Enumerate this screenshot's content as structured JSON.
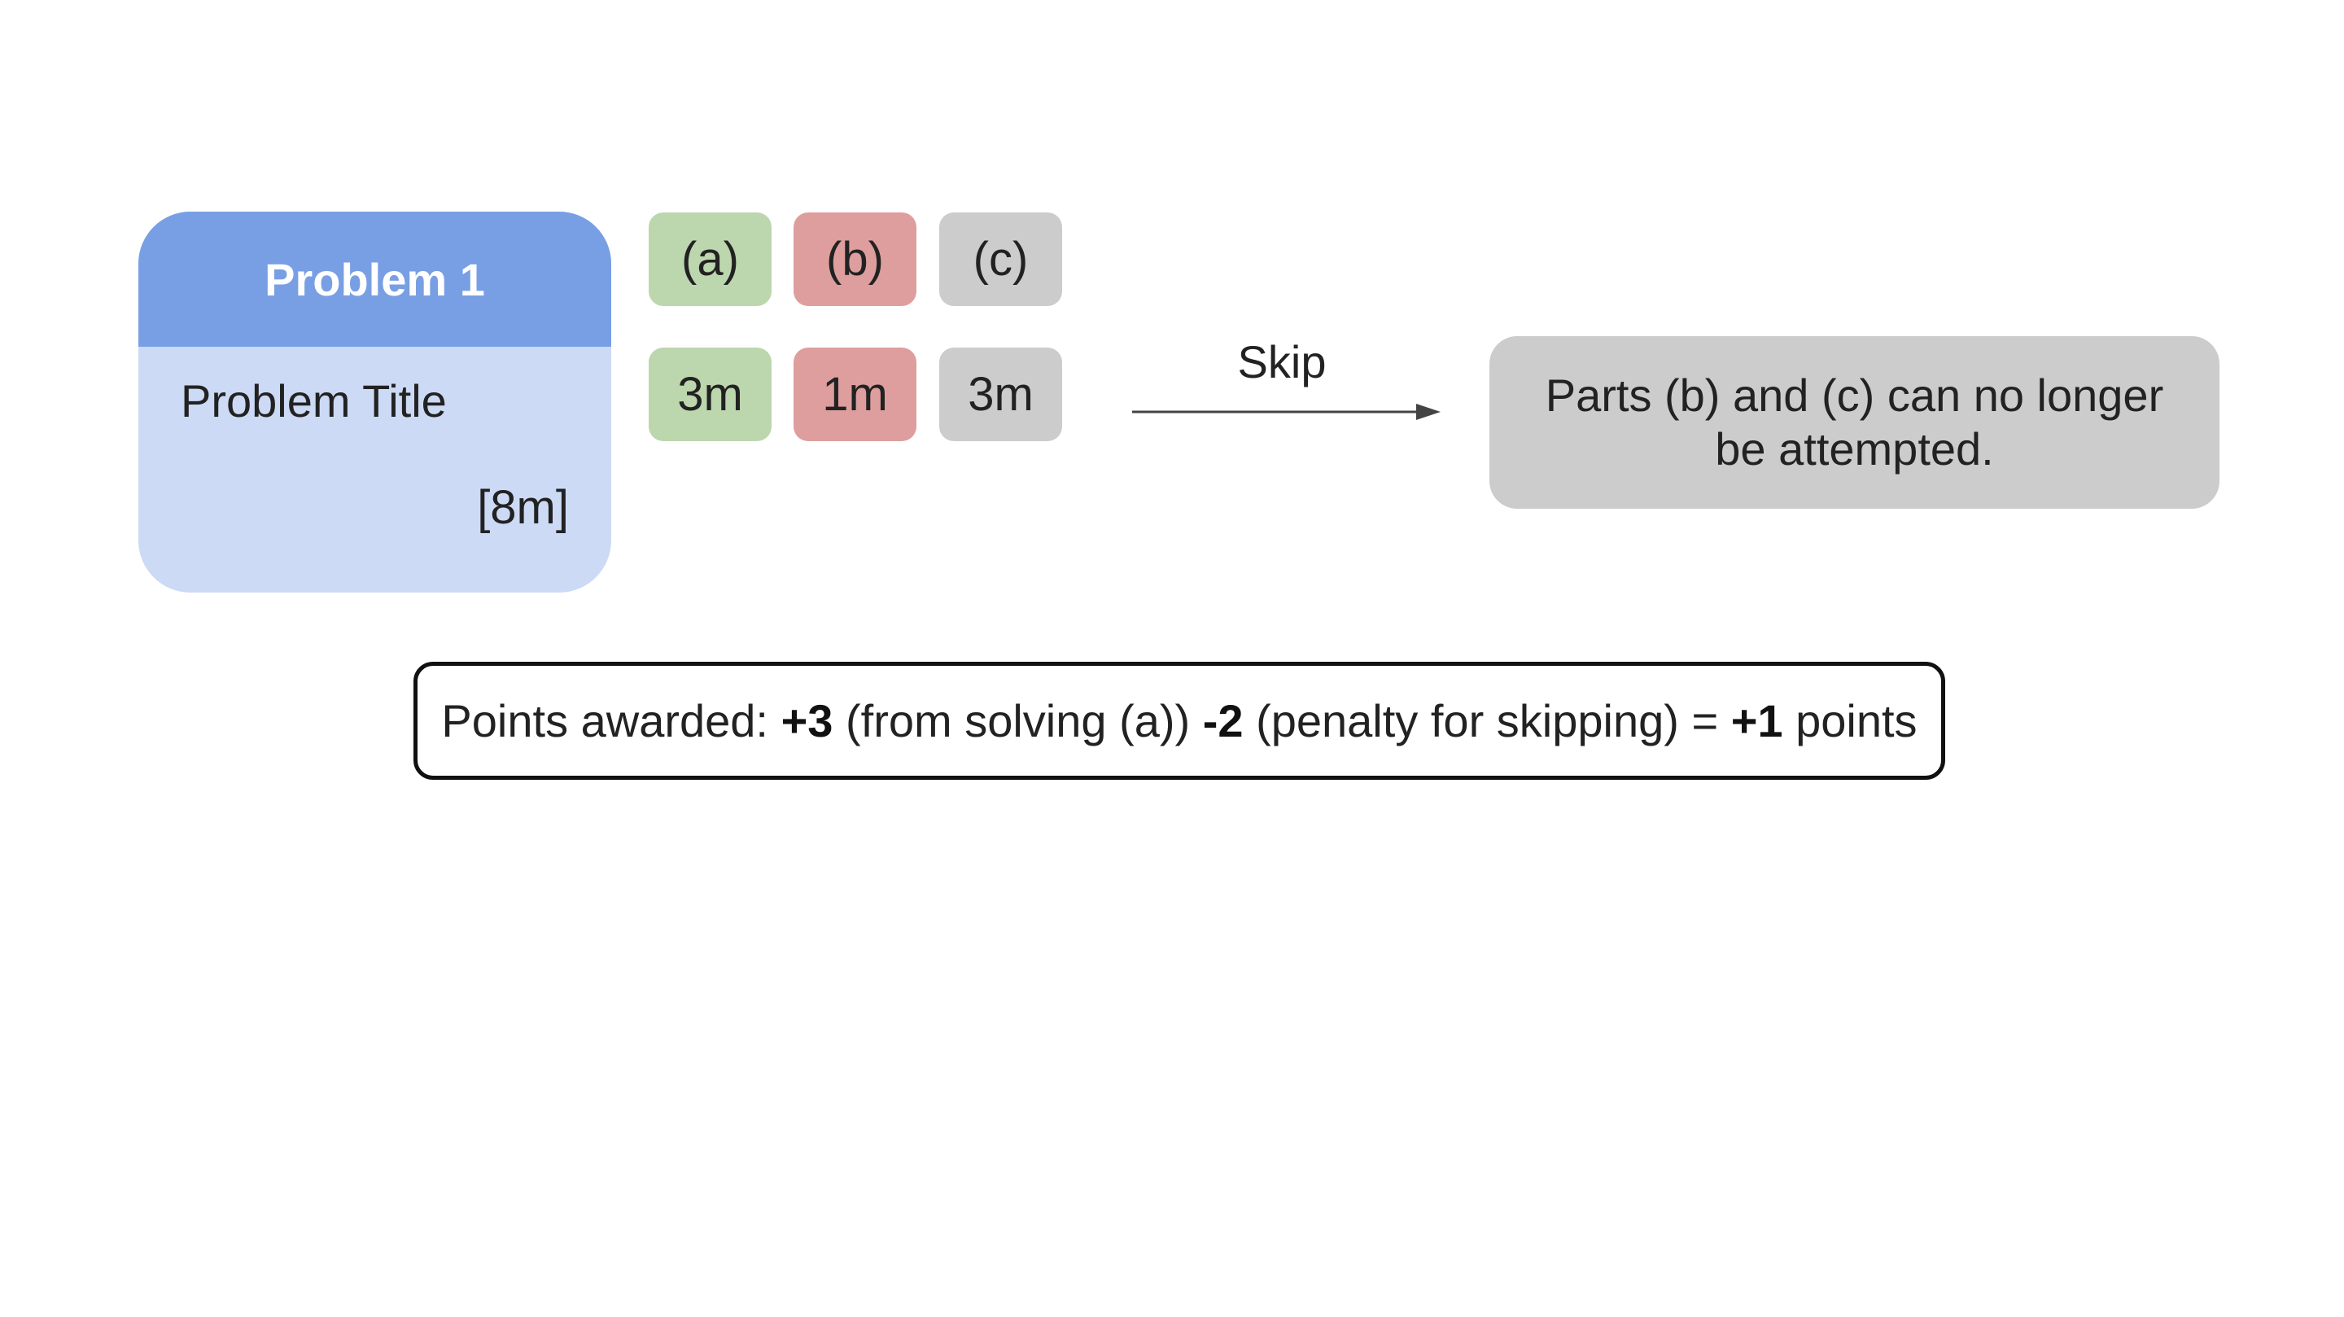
{
  "problem": {
    "header": "Problem 1",
    "title": "Problem Title",
    "total": "[8m]"
  },
  "parts": {
    "labels": [
      "(a)",
      "(b)",
      "(c)"
    ],
    "times": [
      "3m",
      "1m",
      "3m"
    ],
    "colors": {
      "solved": "#bcd6ad",
      "skipped": "#dd9e9d",
      "locked": "#cccccc"
    }
  },
  "skip": {
    "label": "Skip"
  },
  "outcome": {
    "text": "Parts (b) and (c) can no longer be attempted."
  },
  "points": {
    "prefix": "Points awarded: ",
    "solve_points": "+3",
    "solve_note": " (from solving (a)) ",
    "penalty_points": "-2",
    "penalty_note": " (penalty for skipping) = ",
    "total_points": "+1",
    "suffix": " points"
  },
  "colors": {
    "header_blue": "#789fe3",
    "card_blue": "#ccdaf5"
  }
}
